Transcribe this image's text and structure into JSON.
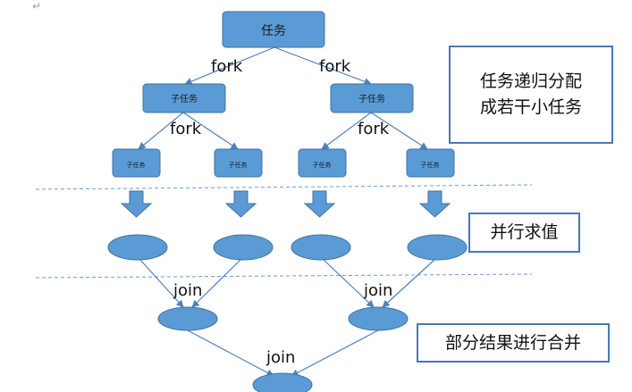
{
  "labels": {
    "task": "任务",
    "subtask": "子任务",
    "leaf_task": "子任务",
    "fork": "fork",
    "join": "join"
  },
  "notes": {
    "recursive": [
      "任务递归分配",
      "成若干小任务"
    ],
    "parallel": "并行求值",
    "merge": "部分结果进行合并"
  },
  "page_mark": "↵",
  "colors": {
    "node_fill": "#5b9bd5",
    "node_stroke": "#41719c",
    "edge": "#4f81bd",
    "divider": "#6b9bd2",
    "note_border": "#4a78b3"
  }
}
